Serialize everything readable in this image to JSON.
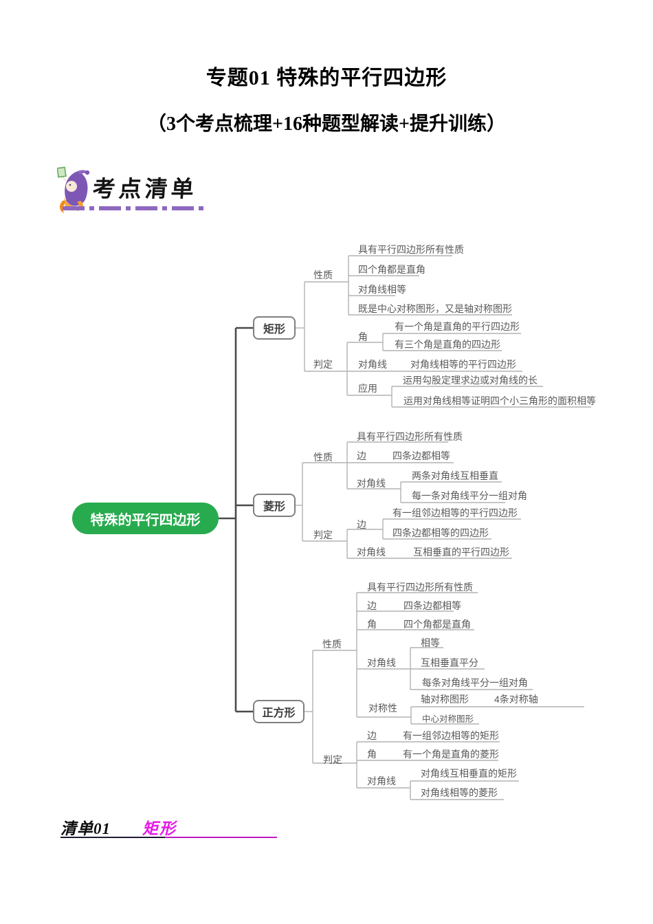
{
  "title": "专题01 特殊的平行四边形",
  "subtitle": "（3个考点梳理+16种题型解读+提升训练）",
  "logo": {
    "label": "考点清单",
    "mascot": "wizard-mascot-icon",
    "dash_color": "#8e68c0"
  },
  "colors": {
    "root_green": "#27ab4e",
    "branch_line_gray": "#b2b2b2",
    "trunk_gray": "#4a4a4a",
    "node_border_gray": "#7f7f7f",
    "topic_magenta": "#e61ae6"
  },
  "mindmap": {
    "root_label": "特殊的平行四边形",
    "rect": {
      "node": "矩形",
      "prop_label": "性质",
      "props": [
        "具有平行四边形所有性质",
        "四个角都是直角",
        "对角线相等",
        "既是中心对称图形，又是轴对称图形"
      ],
      "judge_label": "判定",
      "angle_label": "角",
      "angle_items": [
        "有一个角是直角的平行四边形",
        "有三个角是直角的四边形"
      ],
      "diag_label": "对角线",
      "diag_item": "对角线相等的平行四边形",
      "app_label": "应用",
      "app_items": [
        "运用勾股定理求边或对角线的长",
        "运用对角线相等证明四个小三角形的面积相等"
      ]
    },
    "rhombus": {
      "node": "菱形",
      "prop_label": "性质",
      "prop_item": "具有平行四边形所有性质",
      "side_label": "边",
      "side_item": "四条边都相等",
      "diag_label": "对角线",
      "diag_items": [
        "两条对角线互相垂直",
        "每一条对角线平分一组对角"
      ],
      "judge_label": "判定",
      "jside_label": "边",
      "jside_items": [
        "有一组邻边相等的平行四边形",
        "四条边都相等的四边形"
      ],
      "jdiag_label": "对角线",
      "jdiag_item": "互相垂直的平行四边形"
    },
    "square": {
      "node": "正方形",
      "prop_label": "性质",
      "prop_item": "具有平行四边形所有性质",
      "side_label": "边",
      "side_item": "四条边都相等",
      "angle_label": "角",
      "angle_item": "四个角都是直角",
      "diag_label": "对角线",
      "diag_items": [
        "相等",
        "互相垂直平分",
        "每条对角线平分一组对角"
      ],
      "sym_label": "对称性",
      "sym_axis": "轴对称图形",
      "sym_axis_count": "4条对称轴",
      "sym_center": "中心对称图形",
      "judge_label": "判定",
      "jside_label": "边",
      "jside_item": "有一组邻边相等的矩形",
      "jangle_label": "角",
      "jangle_item": "有一个角是直角的菱形",
      "jdiag_label": "对角线",
      "jdiag_items": [
        "对角线互相垂直的矩形",
        "对角线相等的菱形"
      ]
    }
  },
  "footer": {
    "prefix": "清单01",
    "topic": "矩形"
  }
}
